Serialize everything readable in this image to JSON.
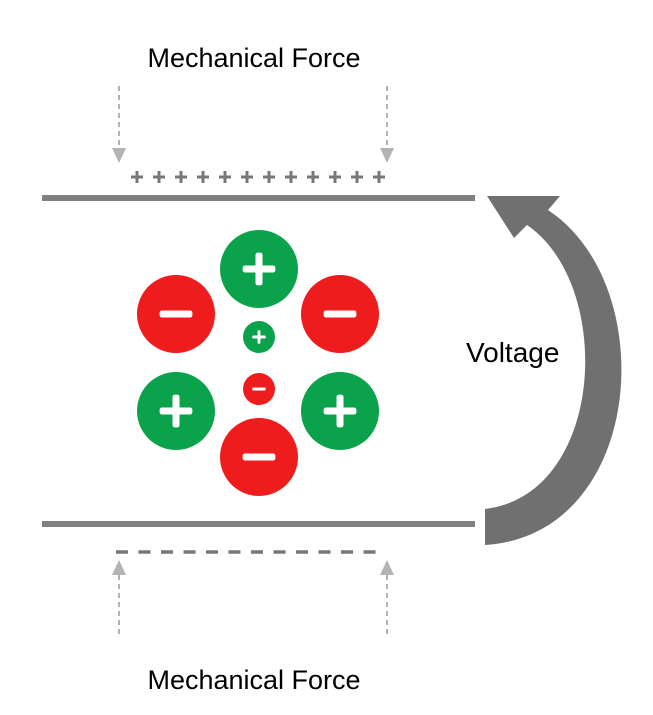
{
  "labels": {
    "top_force": "Mechanical Force",
    "bottom_force": "Mechanical Force",
    "voltage": "Voltage"
  },
  "surface_charges": {
    "top_sign": "+",
    "top_count": 12,
    "bottom_sign": "-",
    "bottom_count": 12
  },
  "ions": [
    {
      "name": "ion-large-positive-top",
      "polarity": "positive",
      "size": "large"
    },
    {
      "name": "ion-large-negative-left",
      "polarity": "negative",
      "size": "large"
    },
    {
      "name": "ion-large-negative-right",
      "polarity": "negative",
      "size": "large"
    },
    {
      "name": "ion-small-positive-center",
      "polarity": "positive",
      "size": "small"
    },
    {
      "name": "ion-large-positive-left",
      "polarity": "positive",
      "size": "large"
    },
    {
      "name": "ion-small-negative-center",
      "polarity": "negative",
      "size": "small"
    },
    {
      "name": "ion-large-positive-right",
      "polarity": "positive",
      "size": "large"
    },
    {
      "name": "ion-large-negative-bottom",
      "polarity": "negative",
      "size": "large"
    }
  ],
  "colors": {
    "positive": "#0aa24a",
    "negative": "#ee1c1c",
    "plate": "#808080",
    "force_arrow": "#b3b3b3",
    "voltage_arrow": "#707070",
    "surface_charge": "#777777"
  },
  "icons": {
    "force_arrow": "dashed-arrow-icon",
    "voltage_arrow": "curved-arrow-icon"
  }
}
